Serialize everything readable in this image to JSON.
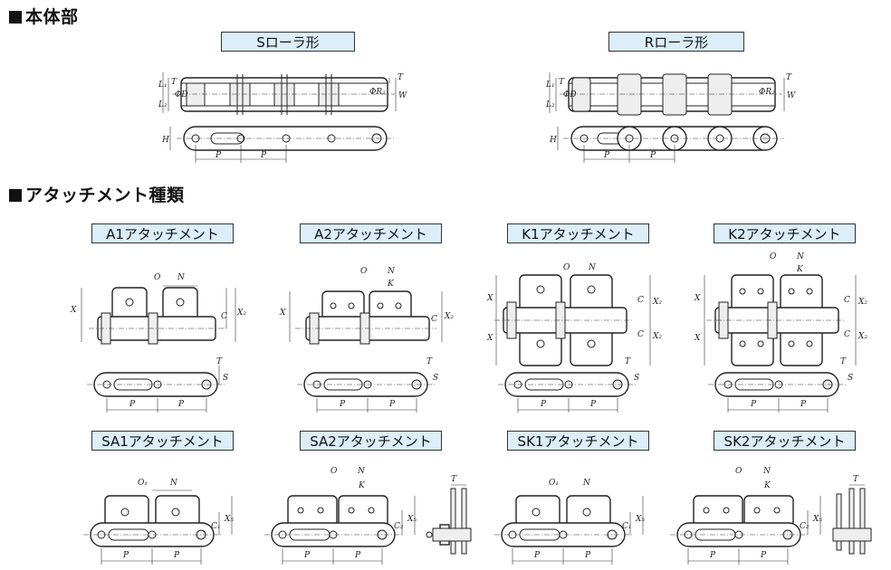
{
  "sections": {
    "body": "本体部",
    "attachments": "アタッチメント種類"
  },
  "labels": {
    "s_roller": "Sローラ形",
    "r_roller": "Rローラ形",
    "a1": "A1アタッチメント",
    "a2": "A2アタッチメント",
    "k1": "K1アタッチメント",
    "k2": "K2アタッチメント",
    "sa1": "SA1アタッチメント",
    "sa2": "SA2アタッチメント",
    "sk1": "SK1アタッチメント",
    "sk2": "SK2アタッチメント"
  },
  "dims": {
    "T": "T",
    "L1": "L₁",
    "L2": "L₂",
    "D": "ΦD",
    "R2": "ΦR₂",
    "W": "W",
    "H": "H",
    "P": "P",
    "X": "X",
    "X2": "X₂",
    "C": "C",
    "O": "O",
    "N": "N",
    "K": "K",
    "S": "S",
    "O1": "O₁",
    "C1": "C₁",
    "C2": "C₂",
    "X5": "X₅"
  }
}
